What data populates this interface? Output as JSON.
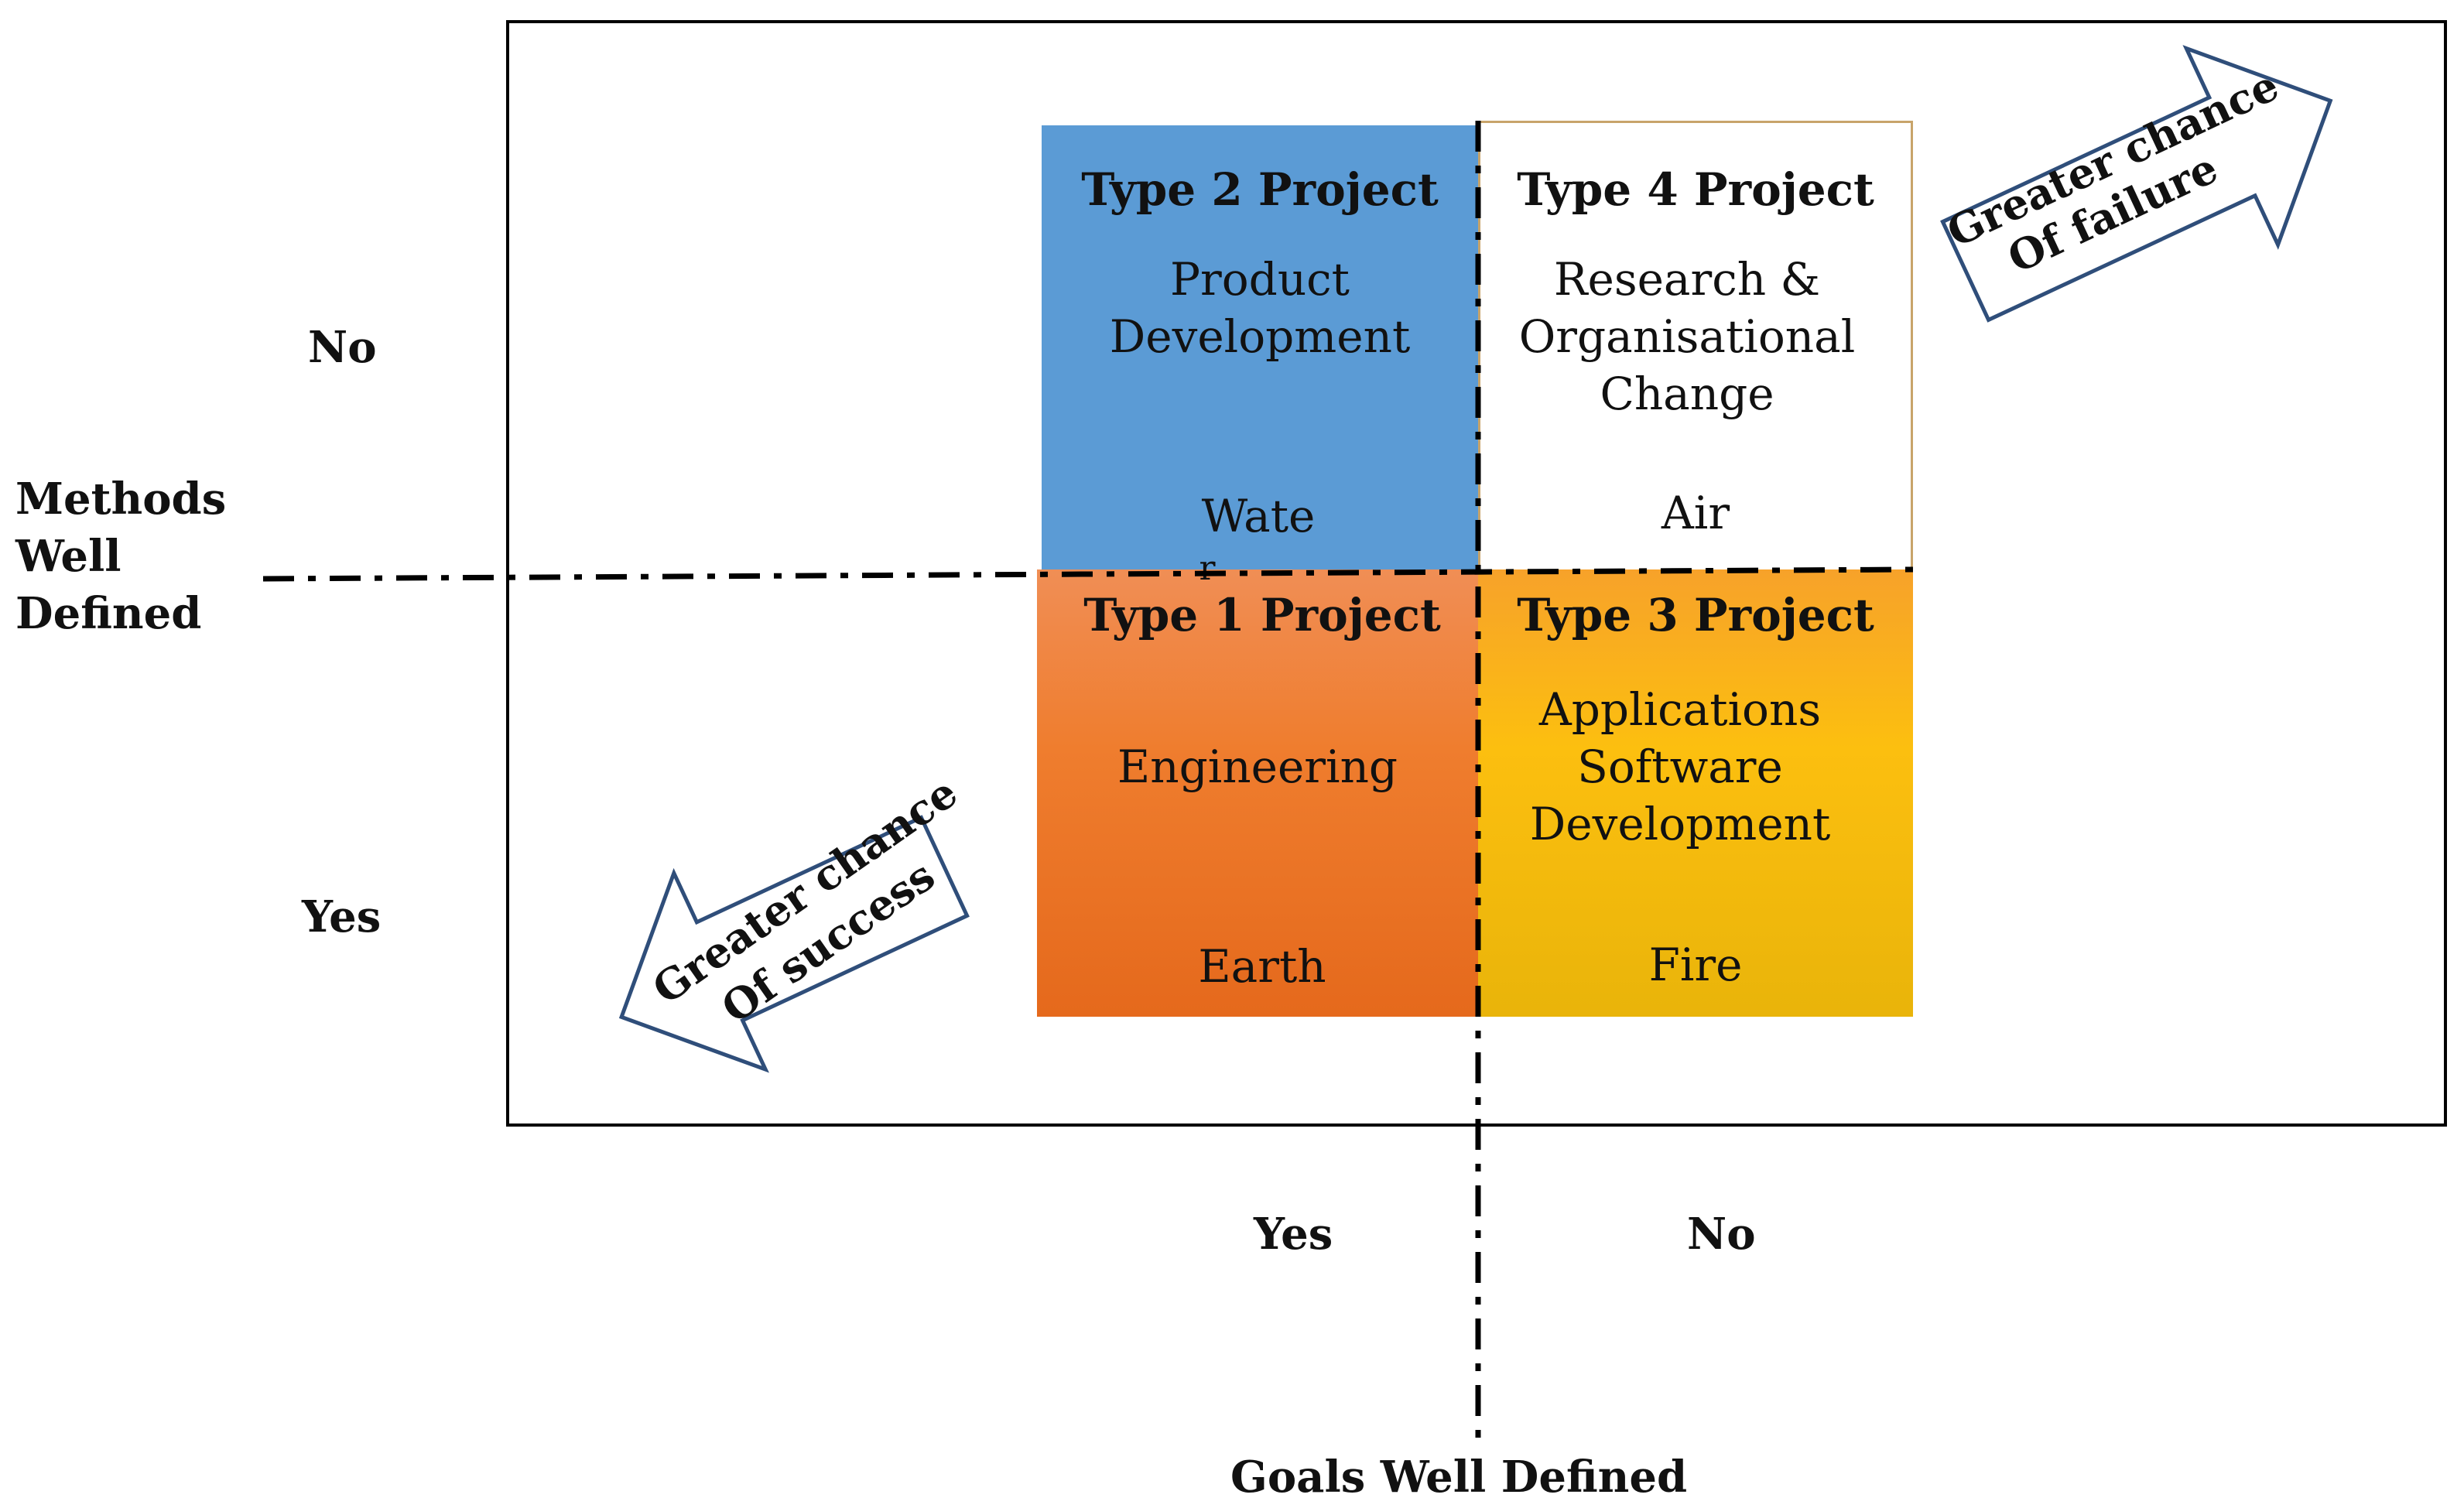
{
  "quadrants": {
    "type2": {
      "title": "Type 2 Project",
      "line1": "Product",
      "line2": "Development",
      "element": "Wate",
      "element_overflow": "r"
    },
    "type4": {
      "title": "Type 4 Project",
      "line1": "Research &",
      "line2": "Organisational",
      "line3": "Change",
      "element": "Air"
    },
    "type1": {
      "title": "Type 1 Project",
      "line1": "Engineering",
      "element": "Earth"
    },
    "type3": {
      "title": "Type 3 Project",
      "line1": "Applications",
      "line2": "Software",
      "line3": "Development",
      "element": "Fire"
    }
  },
  "y_axis": {
    "label_line1": "Methods",
    "label_line2": "Well",
    "label_line3": "Defined",
    "top": "No",
    "bottom": "Yes"
  },
  "x_axis": {
    "label": "Goals Well Defined",
    "left": "Yes",
    "right": "No"
  },
  "arrows": {
    "failure": {
      "line1": "Greater chance",
      "line2": "Of failure"
    },
    "success": {
      "line1": "Greater chance",
      "line2": "Of success"
    }
  },
  "colors": {
    "type2": "#5b9bd5",
    "type1": "#ef7d2e",
    "type3": "#fcbf0f",
    "arrow_border": "#2f4e7a"
  }
}
